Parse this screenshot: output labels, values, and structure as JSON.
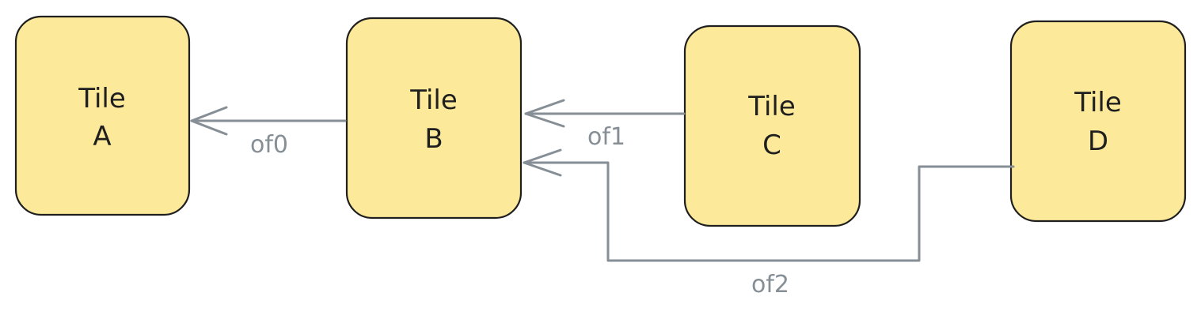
{
  "colors": {
    "tile_fill": "#fcea9a",
    "tile_stroke": "#1f1f1f",
    "edge": "#868e96"
  },
  "tiles": [
    {
      "id": "A",
      "line1": "Tile",
      "line2": "A"
    },
    {
      "id": "B",
      "line1": "Tile",
      "line2": "B"
    },
    {
      "id": "C",
      "line1": "Tile",
      "line2": "C"
    },
    {
      "id": "D",
      "line1": "Tile",
      "line2": "D"
    }
  ],
  "edges": [
    {
      "from": "B",
      "to": "A",
      "label": "of0"
    },
    {
      "from": "C",
      "to": "B",
      "label": "of1"
    },
    {
      "from": "D",
      "to": "B",
      "label": "of2"
    }
  ]
}
